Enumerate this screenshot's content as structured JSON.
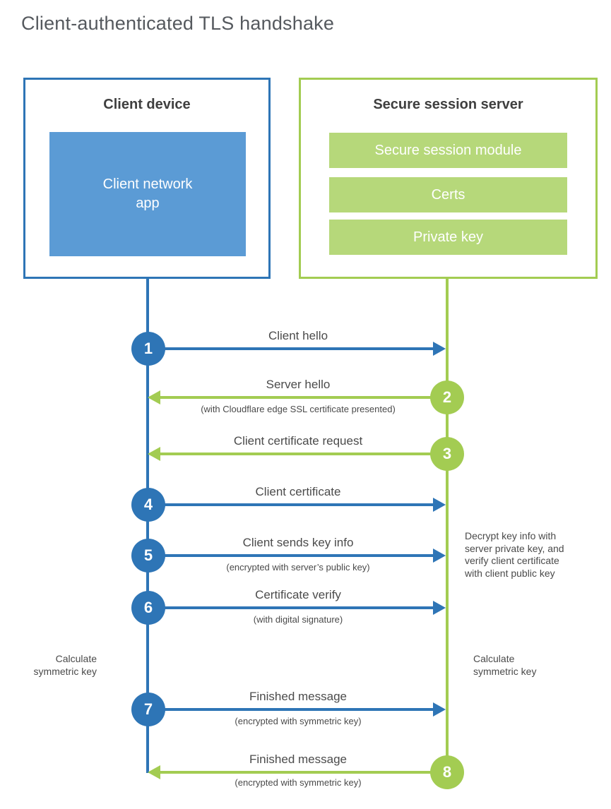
{
  "title": "Client-authenticated TLS handshake",
  "colors": {
    "blue_line": "#2e75b6",
    "blue_fill": "#5b9bd5",
    "green_line": "#a3cc52",
    "green_fill": "#b6d87a"
  },
  "client": {
    "title": "Client device",
    "app_label": "Client network\napp"
  },
  "server": {
    "title": "Secure session server",
    "modules": [
      "Secure session module",
      "Certs",
      "Private key"
    ]
  },
  "steps": [
    {
      "number": "1",
      "direction": "client-to-server",
      "label": "Client hello",
      "sublabel": ""
    },
    {
      "number": "2",
      "direction": "server-to-client",
      "label": "Server hello",
      "sublabel": "(with Cloudflare edge SSL certificate presented)"
    },
    {
      "number": "3",
      "direction": "server-to-client",
      "label": "Client certificate request",
      "sublabel": ""
    },
    {
      "number": "4",
      "direction": "client-to-server",
      "label": "Client certificate",
      "sublabel": ""
    },
    {
      "number": "5",
      "direction": "client-to-server",
      "label": "Client sends key info",
      "sublabel": "(encrypted with server’s public key)"
    },
    {
      "number": "6",
      "direction": "client-to-server",
      "label": "Certificate verify",
      "sublabel": "(with digital signature)"
    },
    {
      "number": "7",
      "direction": "client-to-server",
      "label": "Finished message",
      "sublabel": "(encrypted with symmetric key)"
    },
    {
      "number": "8",
      "direction": "server-to-client",
      "label": "Finished message",
      "sublabel": "(encrypted with symmetric key)"
    }
  ],
  "annotations": {
    "calc_left": "Calculate\nsymmetric key",
    "calc_right": "Calculate\nsymmetric key",
    "decrypt_note": "Decrypt key info with\nserver private key, and\nverify client certificate\nwith client public key"
  }
}
